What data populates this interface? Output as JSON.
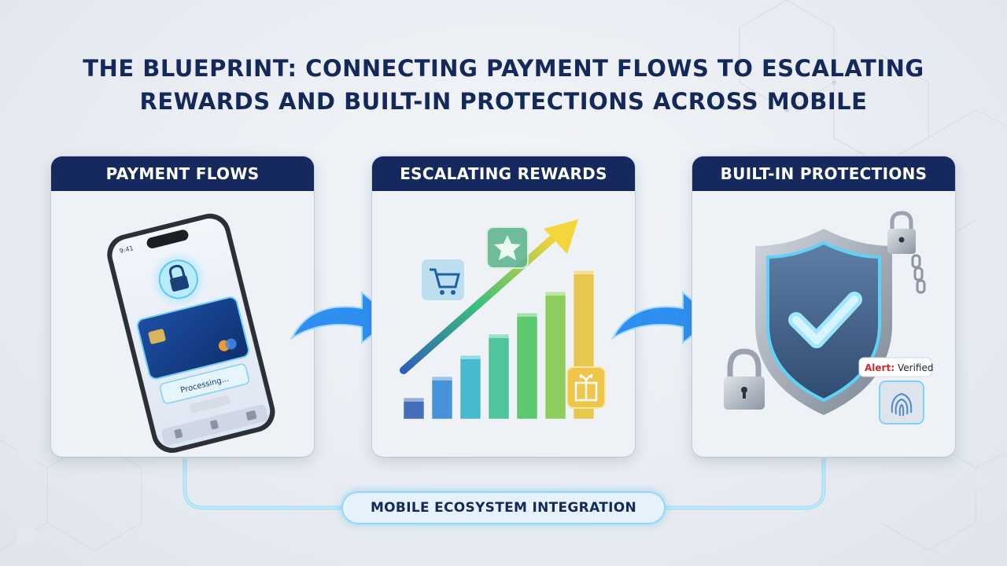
{
  "title": {
    "line1": "THE BLUEPRINT: CONNECTING PAYMENT FLOWS TO ESCALATING",
    "line2": "REWARDS AND BUILT-IN PROTECTIONS ACROSS MOBILE"
  },
  "panels": [
    {
      "header": "PAYMENT FLOWS",
      "phone": {
        "status_time": "9:41",
        "processing_text": "Processing..."
      },
      "icons": [
        "phone-icon",
        "lock-icon",
        "credit-card-icon"
      ]
    },
    {
      "header": "ESCALATING REWARDS",
      "icons": [
        "shopping-cart-icon",
        "star-icon",
        "gift-icon",
        "growth-arrow-icon"
      ],
      "bar_levels": [
        1,
        2,
        3,
        4,
        5,
        6,
        7
      ]
    },
    {
      "header": "BUILT-IN PROTECTIONS",
      "alert": {
        "prefix": "Alert:",
        "status": "Verified"
      },
      "icons": [
        "shield-check-icon",
        "padlock-icon",
        "chain-padlock-icon",
        "fingerprint-icon"
      ]
    }
  ],
  "ecosystem": {
    "label": "MOBILE ECOSYSTEM INTEGRATION"
  },
  "colors": {
    "navy": "#16295f",
    "title": "#14285a",
    "accent_blue": "#2f8ff0",
    "glow": "#5ec8f2",
    "alert_red": "#d9262b"
  }
}
